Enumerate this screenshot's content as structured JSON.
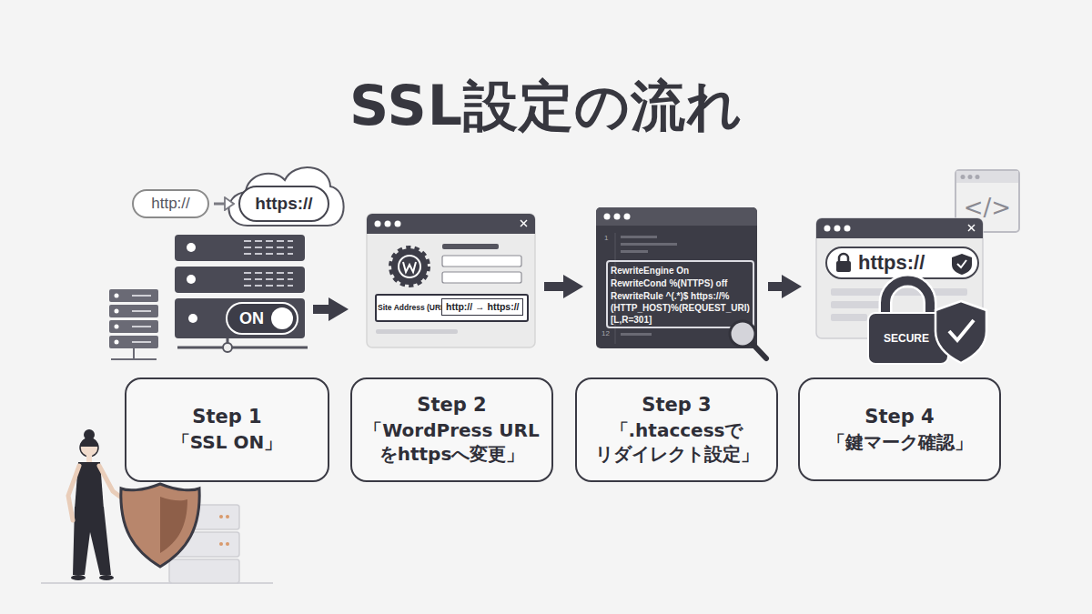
{
  "diagram": {
    "title": "SSL設定の流れ",
    "nodes": [
      {
        "text": [
          "http://"
        ]
      },
      {
        "text": [
          "https://"
        ]
      },
      {
        "text": [
          "ON"
        ]
      },
      {
        "text": [
          "Site Address (URL)",
          "http:// → https://"
        ]
      },
      {
        "text": [
          "RewriteEngine On",
          "RewriteCond %(NTTPS) off",
          "RewriteRule ^(.*)$ https://% (HTTP_HOST)%(REQUEST_URI) [L,R=301]"
        ]
      },
      {
        "text": [
          "</>"
        ]
      },
      {
        "text": [
          "https://",
          "SECURE"
        ]
      },
      {
        "text": [
          "Step 1",
          "「SSL ON」"
        ]
      },
      {
        "text": [
          "Step 2",
          "「WordPress URL をhttpsへ変更」"
        ]
      },
      {
        "text": [
          "Step 3",
          "「.htaccessで リダイレクト設定」"
        ]
      },
      {
        "text": [
          "Step 4",
          "「鍵マーク確認」"
        ]
      }
    ],
    "edges": [
      {
        "from": 0,
        "to": 1,
        "arrow": "to"
      },
      {
        "from": 2,
        "to": 3,
        "arrow": "to"
      },
      {
        "from": 3,
        "to": 4,
        "arrow": "to"
      },
      {
        "from": 4,
        "to": 6,
        "arrow": "to"
      }
    ],
    "labels": [
      "1",
      "12"
    ]
  }
}
